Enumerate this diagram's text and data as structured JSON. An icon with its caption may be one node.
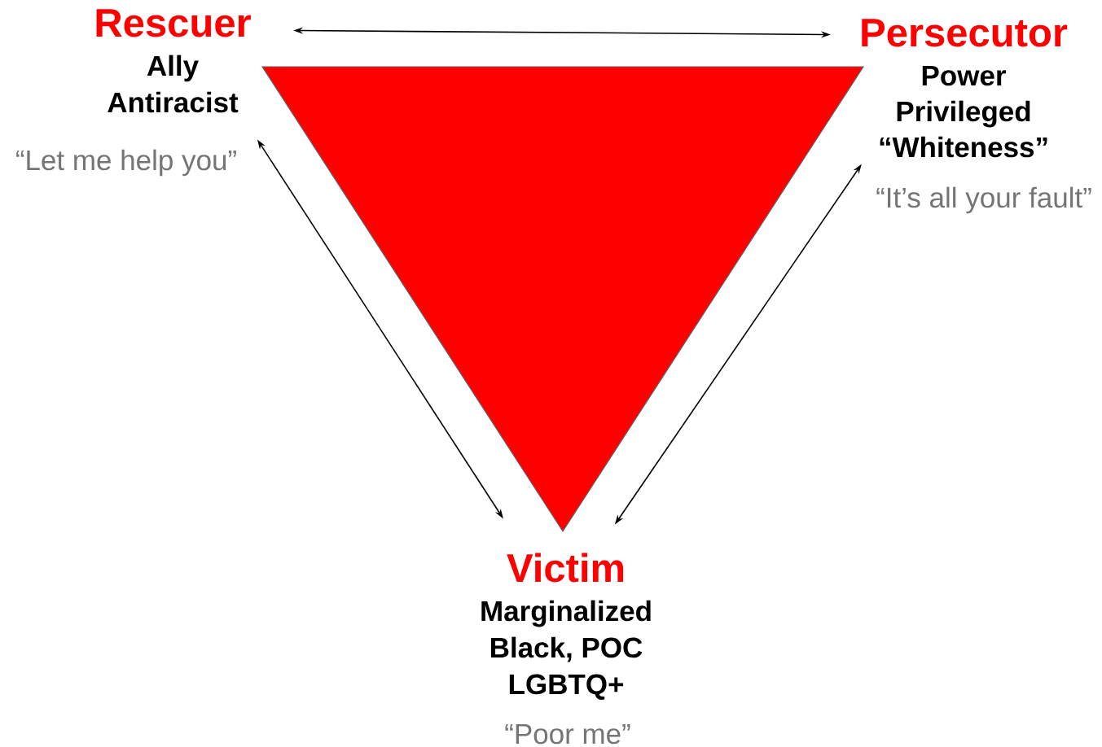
{
  "diagram": {
    "nodes": [
      {
        "text": [
          "Rescuer",
          "Ally",
          "Antiracist"
        ],
        "beside": [
          "“Let me help you”"
        ]
      },
      {
        "text": [
          "Persecutor",
          "Power",
          "Privileged",
          "“Whiteness”"
        ],
        "beside": [
          "“It’s all your fault”"
        ]
      },
      {
        "text": [
          "Victim",
          "Marginalized",
          "Black, POC",
          "LGBTQ+"
        ],
        "beside": [
          "“Poor me”"
        ]
      },
      {
        "text": [],
        "shape": "triangle"
      }
    ],
    "edges": [
      {
        "from": 0,
        "to": 1,
        "arrow": "both"
      },
      {
        "from": 0,
        "to": 2,
        "arrow": "both"
      },
      {
        "from": 1,
        "to": 2,
        "arrow": "both"
      }
    ]
  }
}
